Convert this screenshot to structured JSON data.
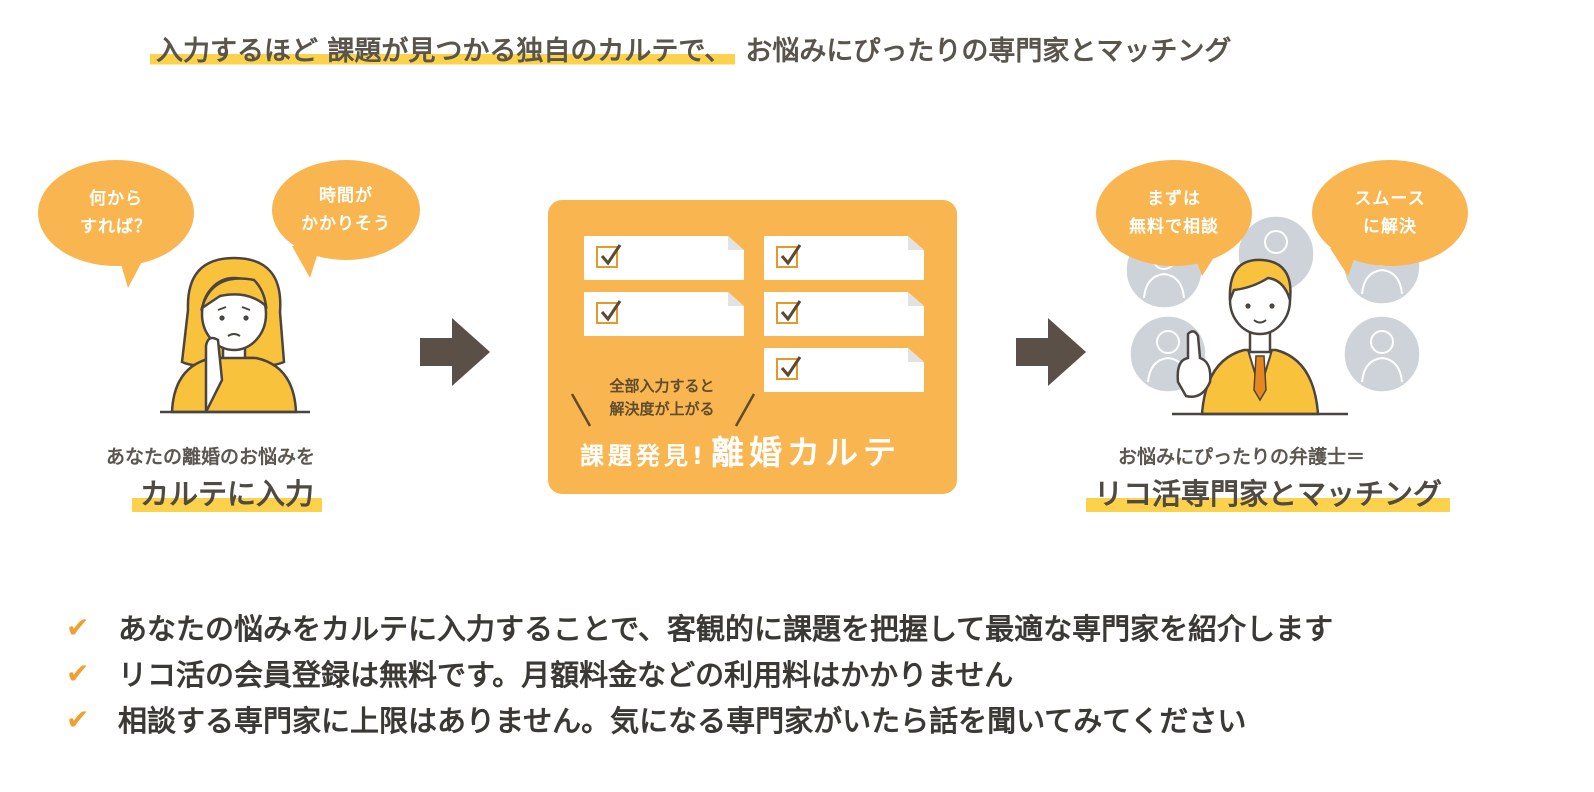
{
  "headline": {
    "highlight": "入力するほど 課題が見つかる独自のカルテで、",
    "rest": "お悩みにぴったりの専門家とマッチング"
  },
  "left": {
    "bubble1": [
      "何から",
      "すれば？"
    ],
    "bubble2": [
      "時間が",
      "かかりそう"
    ],
    "caption_small": "あなたの離婚のお悩みを",
    "caption_big": "カルテに入力"
  },
  "karte": {
    "note": [
      "全部入力すると",
      "解決度が上がる"
    ],
    "title_a": "課題発見!",
    "title_b": "離婚カルテ"
  },
  "right": {
    "bubble1": [
      "まずは",
      "無料で相談"
    ],
    "bubble2": [
      "スムース",
      "に解決"
    ],
    "caption_small": "お悩みにぴったりの弁護士＝",
    "caption_big": "リコ活専門家とマッチング"
  },
  "features": {
    "items": [
      "あなたの悩みをカルテに入力することで、客観的に課題を把握して最適な専門家を紹介します",
      "リコ活の会員登録は無料です。月額料金などの利用料はかかりません",
      "相談する専門家に上限はありません。気になる専門家がいたら話を聞いてみてください"
    ],
    "tick": "✔"
  },
  "colors": {
    "accent_orange": "#f9b550",
    "highlight_yellow": "#fcd24c",
    "arrow_brown": "#5a5048",
    "text_dark": "#3b3935"
  }
}
